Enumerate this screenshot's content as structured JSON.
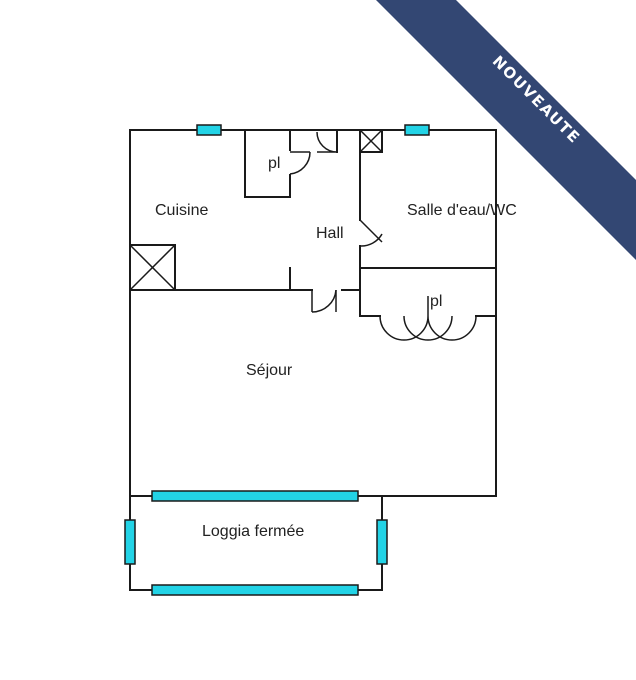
{
  "badge": {
    "label": "NOUVEAUTE",
    "color": "#334773"
  },
  "rooms": {
    "kitchen": "Cuisine",
    "closet_kitchen": "pl",
    "hall": "Hall",
    "bathroom": "Salle d'eau/WC",
    "closet_living": "pl",
    "living": "Séjour",
    "loggia": "Loggia fermée"
  },
  "colors": {
    "window": "#22d3e6",
    "wall": "#1a1a1a"
  }
}
